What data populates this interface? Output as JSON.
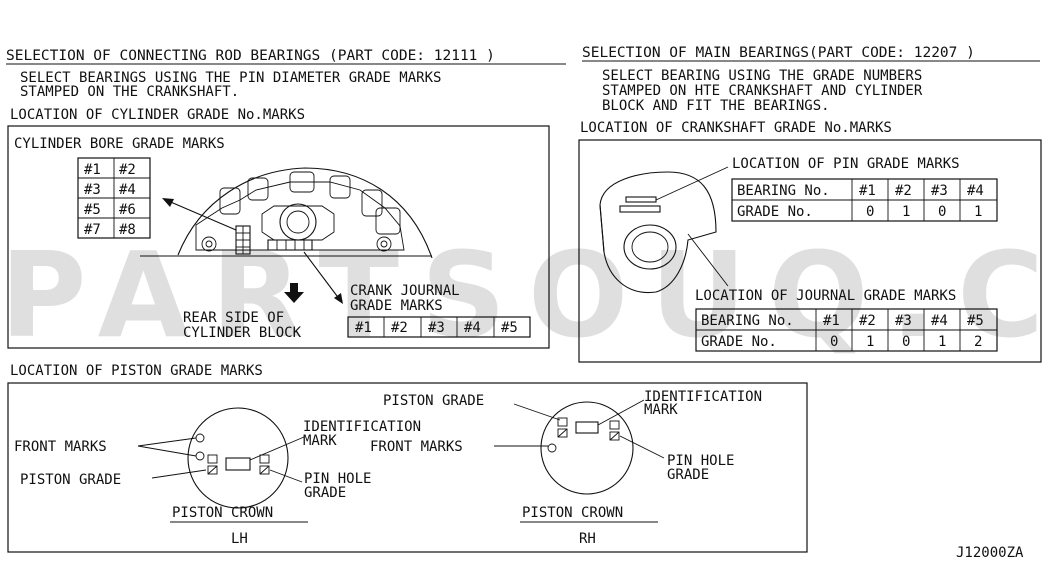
{
  "colors": {
    "ink": "#111111",
    "watermark": "#aaaaaa",
    "background": "#ffffff"
  },
  "watermark": "PARTSOUQ.COM",
  "figure_code": "J12000ZA",
  "conrod": {
    "title": "SELECTION OF CONNECTING ROD BEARINGS (PART CODE: 12111 )",
    "instr_line1": "SELECT BEARINGS USING THE PIN DIAMETER GRADE MARKS",
    "instr_line2": "STAMPED ON THE CRANKSHAFT.",
    "cyl_location_label": "LOCATION OF CYLINDER GRADE No.MARKS",
    "bore_marks_label": "CYLINDER BORE GRADE MARKS",
    "bore_cells": [
      "#1",
      "#2",
      "#3",
      "#4",
      "#5",
      "#6",
      "#7",
      "#8"
    ],
    "rear_side_line1": "REAR SIDE OF",
    "rear_side_line2": "CYLINDER BLOCK",
    "crank_journal_line1": "CRANK JOURNAL",
    "crank_journal_line2": "GRADE MARKS",
    "journal_cells": [
      "#1",
      "#2",
      "#3",
      "#4",
      "#5"
    ]
  },
  "main": {
    "title": "SELECTION OF MAIN BEARINGS(PART CODE: 12207 )",
    "instr_line1": "SELECT BEARING USING THE GRADE NUMBERS",
    "instr_line2": "STAMPED ON HTE CRANKSHAFT AND CYLINDER",
    "instr_line3": "BLOCK AND FIT THE BEARINGS.",
    "crank_location_label": "LOCATION OF CRANKSHAFT GRADE No.MARKS",
    "pin_location_label": "LOCATION OF PIN GRADE MARKS",
    "pin_table": {
      "header_label": "BEARING No.",
      "grade_label": "GRADE No.",
      "numbers": [
        "#1",
        "#2",
        "#3",
        "#4"
      ],
      "grades": [
        "0",
        "1",
        "0",
        "1"
      ]
    },
    "journal_location_label": "LOCATION OF JOURNAL GRADE MARKS",
    "journal_table": {
      "header_label": "BEARING No.",
      "grade_label": "GRADE No.",
      "numbers": [
        "#1",
        "#2",
        "#3",
        "#4",
        "#5"
      ],
      "grades": [
        "0",
        "1",
        "0",
        "1",
        "2"
      ]
    }
  },
  "piston": {
    "location_label": "LOCATION OF PISTON GRADE MARKS",
    "lh": {
      "front_marks": "FRONT MARKS",
      "piston_grade": "PISTON GRADE",
      "ident_line1": "IDENTIFICATION",
      "ident_line2": "MARK",
      "pinhole_line1": "PIN HOLE",
      "pinhole_line2": "GRADE",
      "crown_label": "PISTON CROWN",
      "side": "LH"
    },
    "rh": {
      "piston_grade": "PISTON GRADE",
      "ident_line1": "IDENTIFICATION",
      "ident_line2": "MARK",
      "front_marks": "FRONT MARKS",
      "pinhole_line1": "PIN HOLE",
      "pinhole_line2": "GRADE",
      "crown_label": "PISTON CROWN",
      "side": "RH"
    }
  }
}
